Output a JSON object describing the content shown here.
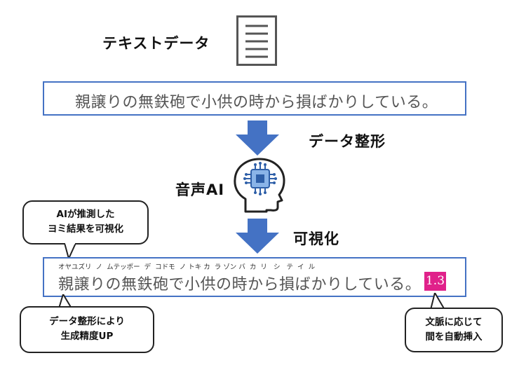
{
  "labels": {
    "text_data": "テキストデータ",
    "data_shaping": "データ整形",
    "voice_ai": "音声AI",
    "visualize": "可視化"
  },
  "input_sentence": "親譲りの無鉄砲で小供の時から損ばかりしている。",
  "output_sentence": "親譲りの無鉄砲で小供の時から損ばかりしている。",
  "reading_ruby": "オヤユズリ  ノ  ムテッポー  デ  コドモ  ノ トキ カ  ラ ゾン バ  カ  リ   シ   テ  イ  ル",
  "pause_badge": "1.3",
  "callouts": {
    "ai_reading": [
      "AIが推測した",
      "ヨミ結果を可視化"
    ],
    "shaping_quality": [
      "データ整形により",
      "生成精度UP"
    ],
    "auto_insert": [
      "文脈に応じて",
      "間を自動挿入"
    ]
  },
  "icons": [
    "document-icon",
    "ai-head-icon",
    "down-arrow-icon"
  ],
  "colors": {
    "box_border": "#4472c4",
    "arrow": "#4472c4",
    "badge": "#e0218a",
    "sentence_text": "#555555"
  }
}
